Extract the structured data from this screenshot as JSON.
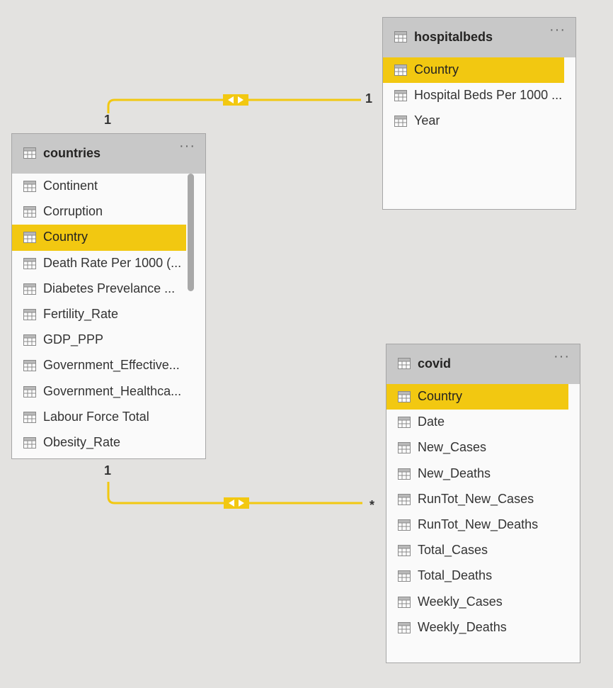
{
  "tables": {
    "hospitalbeds": {
      "title": "hospitalbeds",
      "more": "···",
      "fields": [
        "Country",
        "Hospital Beds Per 1000 ...",
        "Year"
      ]
    },
    "countries": {
      "title": "countries",
      "more": "···",
      "fields": [
        "Continent",
        "Corruption",
        "Country",
        "Death Rate Per 1000 (...",
        "Diabetes Prevelance ...",
        "Fertility_Rate",
        "GDP_PPP",
        "Government_Effective...",
        "Government_Healthca...",
        "Labour Force Total",
        "Obesity_Rate"
      ]
    },
    "covid": {
      "title": "covid",
      "more": "···",
      "fields": [
        "Country",
        "Date",
        "New_Cases",
        "New_Deaths",
        "RunTot_New_Cases",
        "RunTot_New_Deaths",
        "Total_Cases",
        "Total_Deaths",
        "Weekly_Cases",
        "Weekly_Deaths"
      ]
    }
  },
  "relationships": [
    {
      "from": "countries",
      "to": "hospitalbeds",
      "from_card": "1",
      "to_card": "1",
      "direction": "both"
    },
    {
      "from": "countries",
      "to": "covid",
      "from_card": "1",
      "to_card": "*",
      "direction": "both"
    }
  ],
  "colors": {
    "highlight": "#f2c811",
    "line": "#f2c811",
    "header": "#c8c8c8",
    "canvas": "#e3e2e0"
  }
}
